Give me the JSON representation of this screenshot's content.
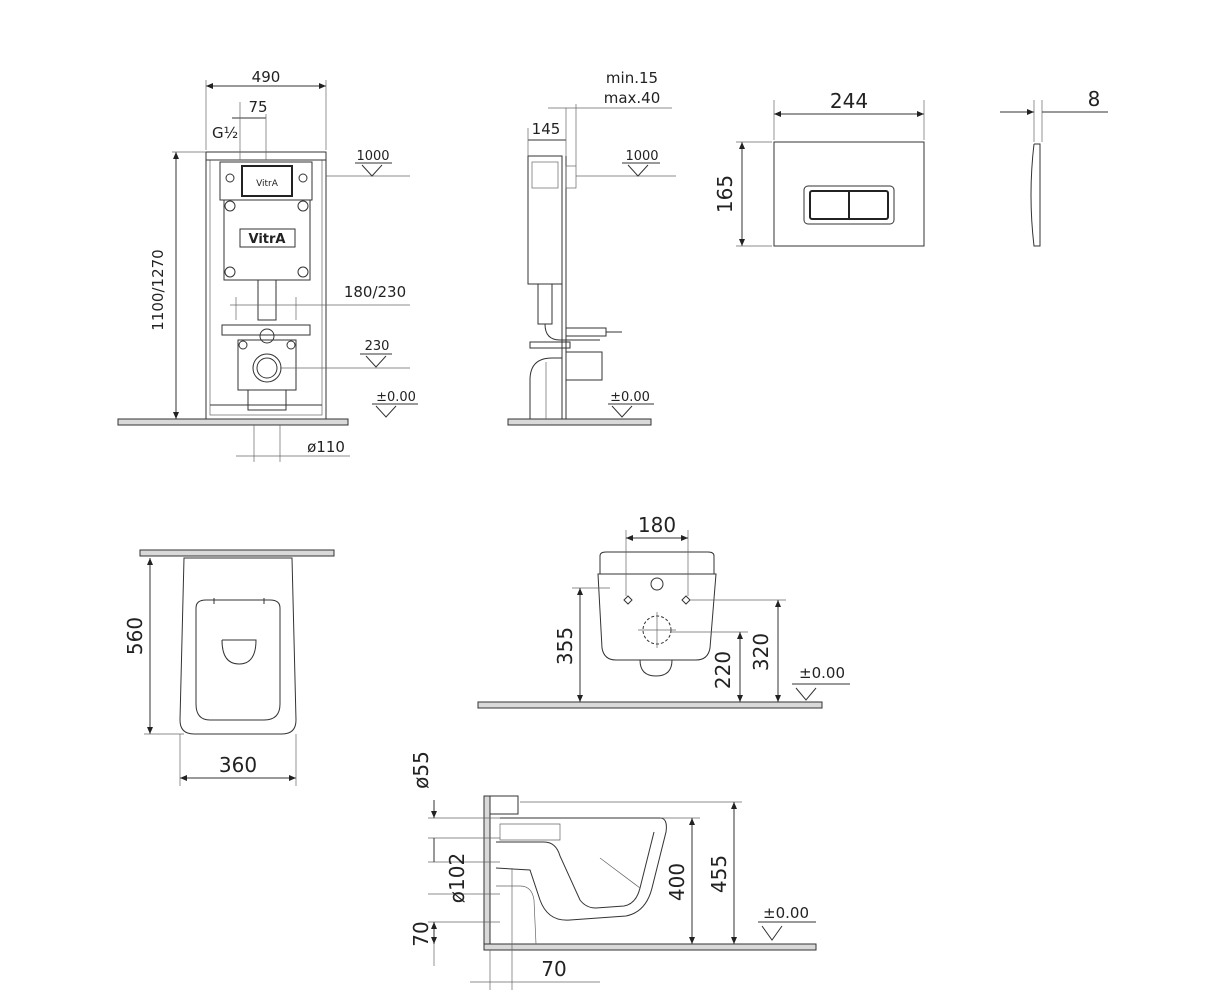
{
  "frame_front": {
    "width": "490",
    "offset": "75",
    "thread": "G½",
    "height": "1100/1270",
    "level1": "1000",
    "span": "180/230",
    "level2": "230",
    "zero": "±0.00",
    "pipe": "ø110",
    "brand": "VitrA",
    "brand_small": "VitrA"
  },
  "frame_side": {
    "depth": "145",
    "min": "min.15",
    "max": "max.40",
    "level1": "1000",
    "zero": "±0.00"
  },
  "flush_plate": {
    "width": "244",
    "height": "165",
    "thickness": "8"
  },
  "wc_top": {
    "length": "560",
    "width": "360"
  },
  "wc_back": {
    "spacing": "180",
    "h1": "355",
    "h2": "320",
    "h3": "220",
    "zero": "±0.00"
  },
  "wc_side": {
    "d1": "ø55",
    "d2": "ø102",
    "h1": "400",
    "h2": "455",
    "v1": "70",
    "hz": "70",
    "zero": "±0.00"
  }
}
